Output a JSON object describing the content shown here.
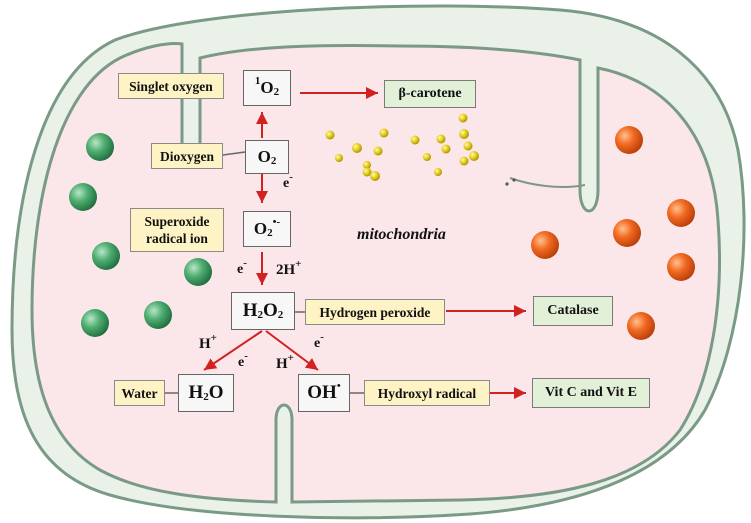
{
  "title": "mitochondria",
  "molecules": {
    "singlet": {
      "sup": "1",
      "base": "O",
      "sub": "2"
    },
    "dioxygen": {
      "base": "O",
      "sub": "2"
    },
    "superoxide": {
      "base": "O",
      "sub": "2",
      "sup": "•-"
    },
    "peroxide": {
      "base1": "H",
      "sub1": "2",
      "base2": "O",
      "sub2": "2"
    },
    "water": {
      "base1": "H",
      "sub1": "2",
      "base2": "O"
    },
    "hydroxyl": {
      "base": "OH",
      "sup": "•"
    }
  },
  "labels": {
    "singlet_oxygen": "Singlet oxygen",
    "dioxygen": "Dioxygen",
    "superoxide_line1": "Superoxide",
    "superoxide_line2": "radical ion",
    "hydrogen_peroxide": "Hydrogen peroxide",
    "water": "Water",
    "hydroxyl_radical": "Hydroxyl radical"
  },
  "targets": {
    "beta_carotene": "β-carotene",
    "catalase": "Catalase",
    "vitamins": "Vit C and Vit E"
  },
  "reaction_labels": {
    "e1": "e",
    "e1_sup": "-",
    "e2": "e",
    "e2_sup": "-",
    "two_h": "2H",
    "two_h_sup": "+",
    "h_left": "H",
    "h_left_sup": "+",
    "e3": "e",
    "e3_sup": "-",
    "h_right": "H",
    "h_right_sup": "+",
    "e4": "e",
    "e4_sup": "-"
  },
  "colors": {
    "membrane_outer": "#7a9a86",
    "membrane_fill": "#e9f1e8",
    "matrix_fill": "#fbe7ea",
    "arrow": "#d32020",
    "label_fill": "#fdf3c4",
    "target_fill": "#e2f0d8",
    "green_sphere": "#3f9f63",
    "orange_sphere": "#f0661c",
    "yellow_sphere": "#e9d21e"
  }
}
